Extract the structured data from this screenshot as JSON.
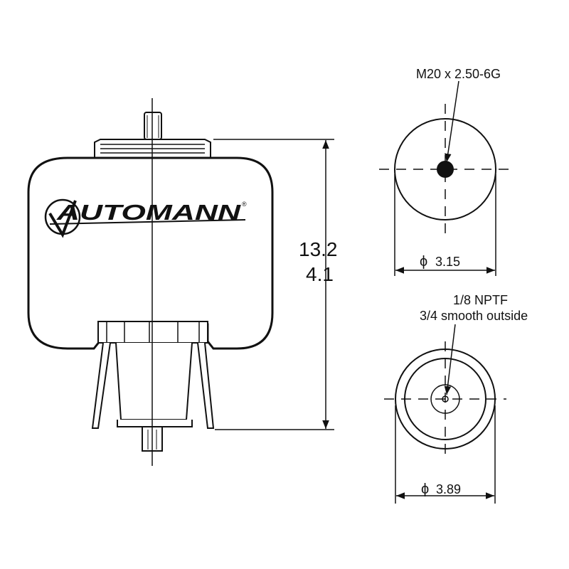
{
  "brand": {
    "logo_text": "AUTOMANN",
    "trademark": "®"
  },
  "front_view": {
    "height_max": "13.2",
    "height_min": "4.1"
  },
  "top_view": {
    "thread_label": "M20 x 2.50-6G",
    "diameter_symbol": "ϕ",
    "diameter": "3.15"
  },
  "bottom_view": {
    "port_label_1": "1/8 NPTF",
    "port_label_2": "3/4 smooth outside",
    "diameter_symbol": "ϕ",
    "diameter": "3.89"
  },
  "colors": {
    "line": "#111111",
    "background": "#ffffff"
  }
}
